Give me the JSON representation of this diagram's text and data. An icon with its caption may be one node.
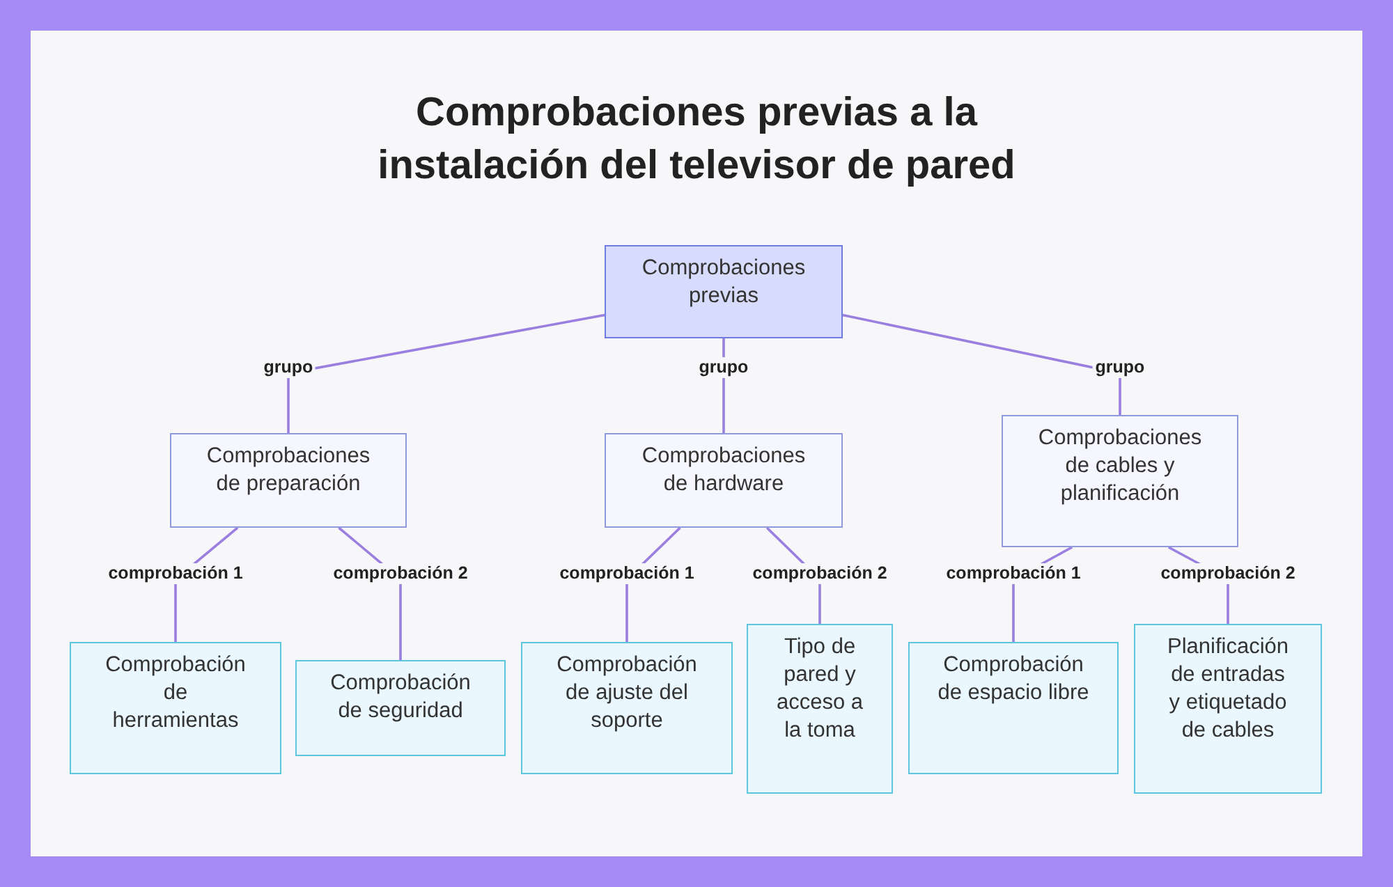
{
  "diagram": {
    "title": "Comprobaciones previas a la instalación del televisor de pared",
    "nodes": [
      {
        "text": [
          "Comprobaciones previas"
        ]
      },
      {
        "text": [
          "Comprobaciones de preparación"
        ]
      },
      {
        "text": [
          "Comprobaciones de hardware"
        ]
      },
      {
        "text": [
          "Comprobaciones de cables y planificación"
        ]
      },
      {
        "text": [
          "Comprobación de herramientas"
        ]
      },
      {
        "text": [
          "Comprobación de seguridad"
        ]
      },
      {
        "text": [
          "Comprobación de ajuste del soporte"
        ]
      },
      {
        "text": [
          "Tipo de pared y acceso a la toma"
        ]
      },
      {
        "text": [
          "Comprobación de espacio libre"
        ]
      },
      {
        "text": [
          "Planificación de entradas y etiquetado de cables"
        ]
      }
    ],
    "edges": [
      {
        "from": 0,
        "to": 1,
        "arrow": "none",
        "label": "grupo"
      },
      {
        "from": 0,
        "to": 2,
        "arrow": "none",
        "label": "grupo"
      },
      {
        "from": 0,
        "to": 3,
        "arrow": "none",
        "label": "grupo"
      },
      {
        "from": 1,
        "to": 4,
        "arrow": "none",
        "label": "comprobación 1"
      },
      {
        "from": 1,
        "to": 5,
        "arrow": "none",
        "label": "comprobación 2"
      },
      {
        "from": 2,
        "to": 6,
        "arrow": "none",
        "label": "comprobación 1"
      },
      {
        "from": 2,
        "to": 7,
        "arrow": "none",
        "label": "comprobación 2"
      },
      {
        "from": 3,
        "to": 8,
        "arrow": "none",
        "label": "comprobación 1"
      },
      {
        "from": 3,
        "to": 9,
        "arrow": "none",
        "label": "comprobación 2"
      }
    ]
  }
}
